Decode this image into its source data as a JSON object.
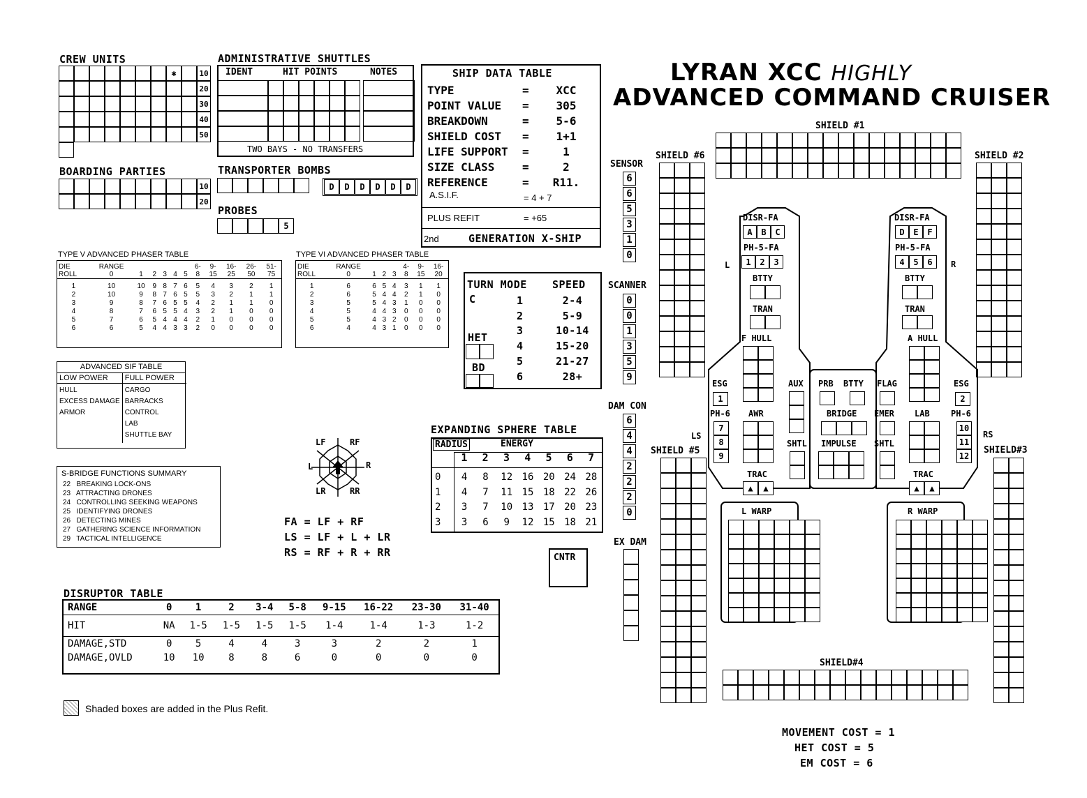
{
  "title": {
    "line1": "LYRAN XCC",
    "line1b": "HIGHLY",
    "line2": "ADVANCED COMMAND CRUISER"
  },
  "crew_units": {
    "label": "CREW UNITS",
    "marks": [
      "10",
      "20",
      "30",
      "40",
      "50"
    ],
    "special": "✱"
  },
  "admin_shuttles": {
    "label": "ADMINISTRATIVE SHUTTLES",
    "cols": [
      "IDENT",
      "HIT POINTS",
      "NOTES"
    ],
    "footer": "TWO BAYS - NO TRANSFERS"
  },
  "boarding_parties": {
    "label": "BOARDING PARTIES",
    "marks": [
      "10",
      "20"
    ]
  },
  "transporter_bombs": {
    "label": "TRANSPORTER BOMBS",
    "d": [
      "D",
      "D",
      "D",
      "D",
      "D",
      "D"
    ]
  },
  "probes": {
    "label": "PROBES",
    "value": "5"
  },
  "ship_data": {
    "title": "SHIP DATA TABLE",
    "rows": [
      {
        "k": "TYPE",
        "eq": "=",
        "v": "XCC"
      },
      {
        "k": "POINT VALUE",
        "eq": "=",
        "v": "305"
      },
      {
        "k": "BREAKDOWN",
        "eq": "=",
        "v": "5-6"
      },
      {
        "k": "SHIELD COST",
        "eq": "=",
        "v": "1+1"
      },
      {
        "k": "LIFE SUPPORT",
        "eq": "=",
        "v": "1"
      },
      {
        "k": "SIZE CLASS",
        "eq": "=",
        "v": "2"
      },
      {
        "k": "REFERENCE",
        "eq": "=",
        "v": "R11."
      }
    ],
    "asif_label": "A.S.I.F.",
    "asif_value": "= 4 + 7",
    "plus_refit_label": "PLUS REFIT",
    "plus_refit_value": "= +65",
    "gen_prefix": "2nd",
    "gen_label": "GENERATION X-SHIP"
  },
  "phaser5": {
    "title": "TYPE V ADVANCED PHASER TABLE",
    "head1": [
      "DIE",
      "RANGE",
      "",
      "",
      "",
      "",
      "",
      "6-",
      "9-",
      "16-",
      "26-",
      "51-"
    ],
    "head2": [
      "ROLL",
      "0",
      "1",
      "2",
      "3",
      "4",
      "5",
      "8",
      "15",
      "25",
      "50",
      "75"
    ],
    "rows": [
      [
        "1",
        "10",
        "10",
        "9",
        "8",
        "7",
        "6",
        "5",
        "4",
        "3",
        "2",
        "1"
      ],
      [
        "2",
        "10",
        "9",
        "8",
        "7",
        "6",
        "5",
        "5",
        "3",
        "2",
        "1",
        "1"
      ],
      [
        "3",
        "9",
        "8",
        "7",
        "6",
        "5",
        "5",
        "4",
        "2",
        "1",
        "1",
        "0"
      ],
      [
        "4",
        "8",
        "7",
        "6",
        "5",
        "5",
        "4",
        "3",
        "2",
        "1",
        "0",
        "0"
      ],
      [
        "5",
        "7",
        "6",
        "5",
        "4",
        "4",
        "4",
        "2",
        "1",
        "0",
        "0",
        "0"
      ],
      [
        "6",
        "6",
        "5",
        "4",
        "4",
        "3",
        "3",
        "2",
        "0",
        "0",
        "0",
        "0"
      ]
    ]
  },
  "phaser6": {
    "title": "TYPE VI ADVANCED PHASER TABLE",
    "head1": [
      "DIE",
      "RANGE",
      "",
      "",
      "",
      "4-",
      "9-",
      "16-"
    ],
    "head2": [
      "ROLL",
      "0",
      "1",
      "2",
      "3",
      "8",
      "15",
      "20"
    ],
    "rows": [
      [
        "1",
        "6",
        "6",
        "5",
        "4",
        "3",
        "1",
        "1"
      ],
      [
        "2",
        "6",
        "5",
        "4",
        "4",
        "2",
        "1",
        "0"
      ],
      [
        "3",
        "5",
        "5",
        "4",
        "3",
        "1",
        "0",
        "0"
      ],
      [
        "4",
        "5",
        "4",
        "4",
        "3",
        "0",
        "0",
        "0"
      ],
      [
        "5",
        "5",
        "4",
        "3",
        "2",
        "0",
        "0",
        "0"
      ],
      [
        "6",
        "4",
        "4",
        "3",
        "1",
        "0",
        "0",
        "0"
      ]
    ]
  },
  "sif": {
    "title": "ADVANCED SIF TABLE",
    "low": "LOW POWER",
    "full": "FULL POWER",
    "low_items": [
      "HULL",
      "EXCESS DAMAGE",
      "ARMOR"
    ],
    "full_items": [
      "CARGO",
      "BARRACKS",
      "CONTROL",
      "LAB",
      "SHUTTLE  BAY"
    ]
  },
  "sbridge": {
    "title": "S-BRIDGE FUNCTIONS SUMMARY",
    "items": [
      "22   BREAKING LOCK-ONS",
      "23   ATTRACTING DRONES",
      "24   CONTROLLING SEEKING WEAPONS",
      "25   IDENTIFYING DRONES",
      "26   DETECTING MINES",
      "27   GATHERING SCIENCE INFORMATION",
      "29   TACTICAL INTELLIGENCE"
    ]
  },
  "turn_mode": {
    "h1": "TURN MODE",
    "h2": "SPEED",
    "mode": "C",
    "rows": [
      [
        "1",
        "2-4"
      ],
      [
        "2",
        "5-9"
      ],
      [
        "3",
        "10-14"
      ],
      [
        "4",
        "15-20"
      ],
      [
        "5",
        "21-27"
      ],
      [
        "6",
        "28+"
      ]
    ],
    "het": "HET",
    "bd": "BD"
  },
  "expanding_sphere": {
    "title": "EXPANDING SPHERE TABLE",
    "radius": "RADIUS",
    "energy": "ENERGY",
    "cols": [
      "1",
      "2",
      "3",
      "4",
      "5",
      "6",
      "7"
    ],
    "rows": [
      [
        "0",
        "4",
        "8",
        "12",
        "16",
        "20",
        "24",
        "28"
      ],
      [
        "1",
        "4",
        "7",
        "11",
        "15",
        "18",
        "22",
        "26"
      ],
      [
        "2",
        "3",
        "7",
        "10",
        "13",
        "17",
        "20",
        "23"
      ],
      [
        "3",
        "3",
        "6",
        "9",
        "12",
        "15",
        "18",
        "21"
      ]
    ]
  },
  "arcs": {
    "LF": "LF",
    "RF": "RF",
    "L": "L",
    "R": "R",
    "LR": "LR",
    "RR": "RR",
    "fa": "FA = LF + RF",
    "ls": "LS = LF + L + LR",
    "rs": "RS = RF + R + RR"
  },
  "disruptor": {
    "title": "DISRUPTOR TABLE",
    "rows": [
      [
        "RANGE",
        "0",
        "1",
        "2",
        "3-4",
        "5-8",
        "9-15",
        "16-22",
        "23-30",
        "31-40"
      ],
      [
        "HIT",
        "NA",
        "1-5",
        "1-5",
        "1-5",
        "1-5",
        "1-4",
        "1-4",
        "1-3",
        "1-2"
      ],
      [
        "DAMAGE,STD",
        "0",
        "5",
        "4",
        "4",
        "3",
        "3",
        "2",
        "2",
        "1"
      ],
      [
        "DAMAGE,OVLD",
        "10",
        "10",
        "8",
        "8",
        "6",
        "0",
        "0",
        "0",
        "0"
      ]
    ]
  },
  "legend": "Shaded boxes are added in the Plus Refit.",
  "cntr": "CNTR",
  "sensor": {
    "label": "SENSOR",
    "values": [
      "6",
      "6",
      "5",
      "3",
      "1",
      "0"
    ]
  },
  "scanner": {
    "label": "SCANNER",
    "values": [
      "0",
      "0",
      "1",
      "3",
      "5",
      "9"
    ]
  },
  "damcon": {
    "label": "DAM CON",
    "values": [
      "6",
      "4",
      "4",
      "2",
      "2",
      "2",
      "0"
    ]
  },
  "exdam": {
    "label": "EX DAM"
  },
  "shields": {
    "s1": "SHIELD #1",
    "s2": "SHIELD #2",
    "s3": "SHIELD#3",
    "s4": "SHIELD#4",
    "s5": "SHIELD #5",
    "s6": "SHIELD #6"
  },
  "ship": {
    "disr_l": "DISR-FA",
    "disr_l_boxes": [
      "A",
      "B",
      "C"
    ],
    "disr_r": "DISR-FA",
    "disr_r_boxes": [
      "D",
      "E",
      "F"
    ],
    "ph5_l": "PH-5-FA",
    "ph5_l_boxes": [
      "1",
      "2",
      "3"
    ],
    "ph5_r": "PH-5-FA",
    "ph5_r_boxes": [
      "4",
      "5",
      "6"
    ],
    "btty": "BTTY",
    "tran": "TRAN",
    "fhull": "F HULL",
    "ahull": "A HULL",
    "esg": "ESG",
    "esg_l": "1",
    "esg_r": "2",
    "ph6": "PH-6",
    "ph6_l": [
      "7",
      "8",
      "9"
    ],
    "ph6_r": [
      "10",
      "11",
      "12"
    ],
    "awr": "AWR",
    "aux": "AUX",
    "prb": "PRB",
    "flag": "FLAG",
    "emer": "EMER",
    "lab": "LAB",
    "bridge": "BRIDGE",
    "impulse": "IMPULSE",
    "shtl": "SHTL",
    "trac": "TRAC",
    "lwarp": "L WARP",
    "rwarp": "R WARP",
    "L": "L",
    "R": "R",
    "LS": "LS",
    "RS": "RS"
  },
  "costs": {
    "movement": "MOVEMENT COST = 1",
    "het": "HET COST = 5",
    "em": "EM COST = 6"
  }
}
